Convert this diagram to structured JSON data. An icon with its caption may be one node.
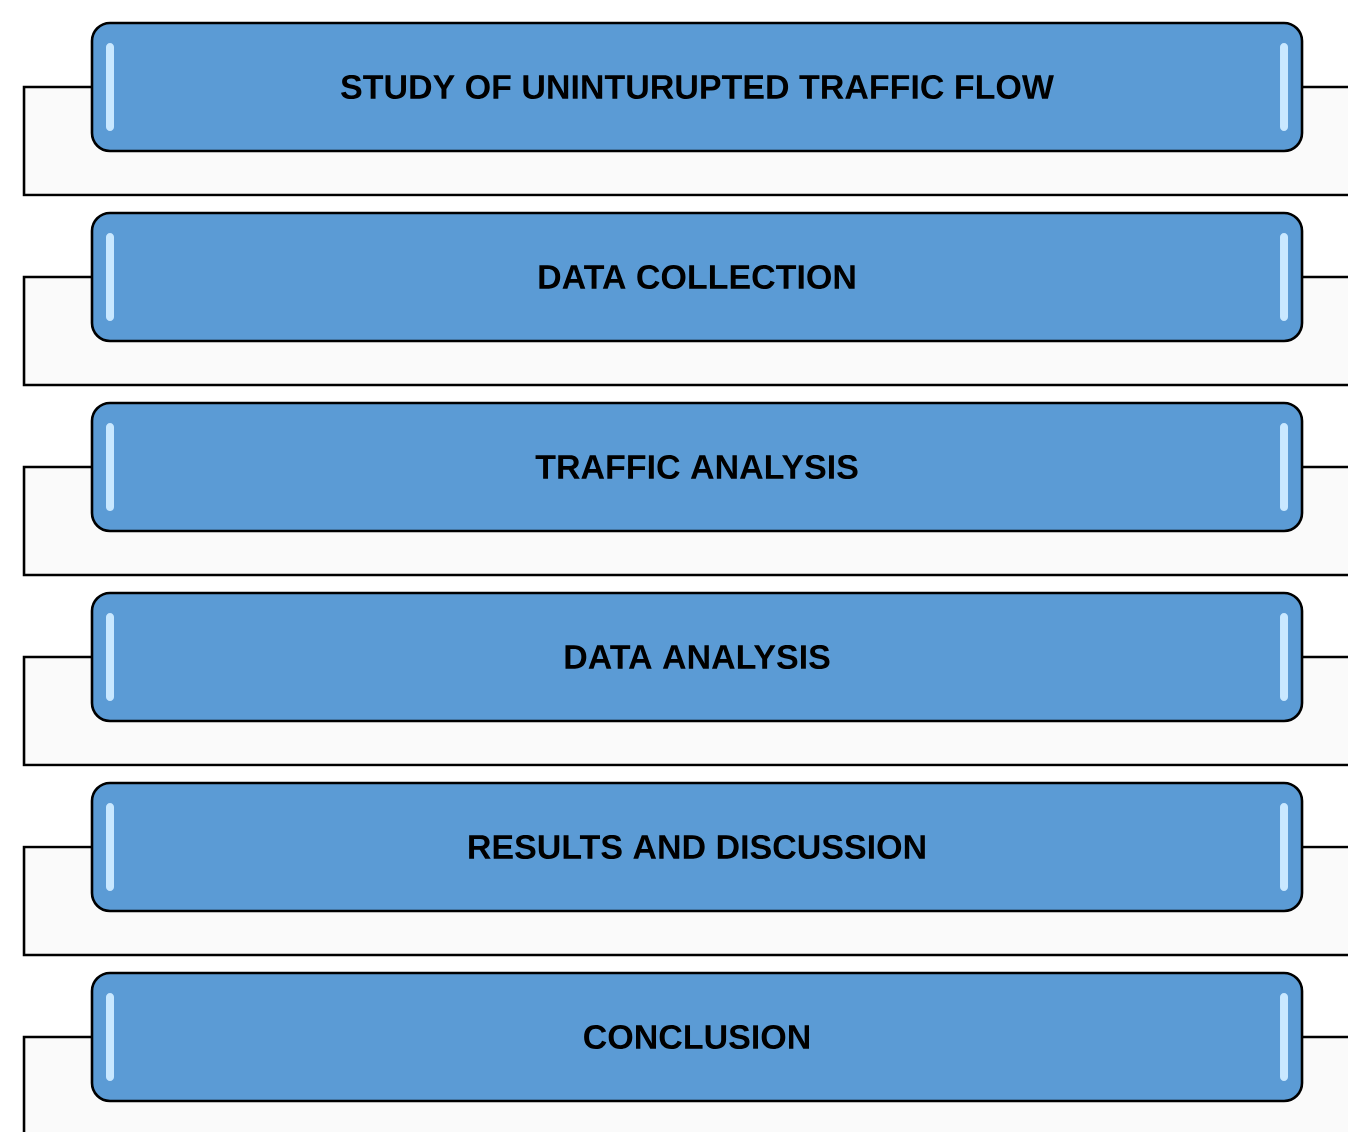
{
  "diagram": {
    "nodes": [
      {
        "text": [
          "STUDY OF UNINTURUPTED TRAFFIC FLOW"
        ]
      },
      {
        "text": [
          "DATA COLLECTION"
        ]
      },
      {
        "text": [
          "TRAFFIC ANALYSIS"
        ]
      },
      {
        "text": [
          "DATA ANALYSIS"
        ]
      },
      {
        "text": [
          "RESULTS AND DISCUSSION"
        ]
      },
      {
        "text": [
          "CONCLUSION"
        ]
      }
    ]
  }
}
